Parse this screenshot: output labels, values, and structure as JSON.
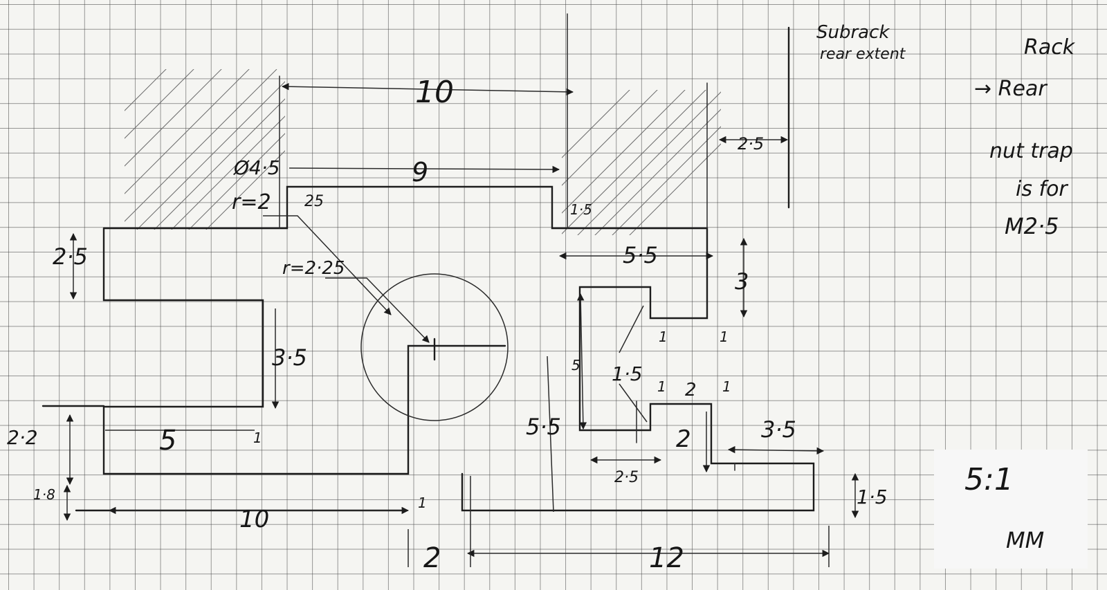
{
  "notes": {
    "subrack_line1": "Subrack",
    "subrack_line2": "rear extent",
    "rack_rear_line1": "Rack",
    "rack_rear_line2": "→ Rear",
    "nut_trap_line1": "nut trap",
    "nut_trap_line2": "is for",
    "nut_trap_line3": "M2·5",
    "scale": "5:1",
    "units": "MM"
  },
  "dimensions": {
    "top_width": "10",
    "upper_width": "9",
    "hole_dia": "Ø4·5",
    "r_top": "r=2",
    "r_top_alt": "25",
    "r_mid": "r=2·25",
    "right_gap": "2·5",
    "small_step": "1·5",
    "right_width": "5·5",
    "left_step_height": "2·5",
    "right_step_height": "3",
    "left_drop": "3·5",
    "mid_depth": "5·5",
    "inner_height": "5",
    "trap_label": "1·5",
    "left_bottom_height": "2·2",
    "left_bottom_small": "1·8",
    "left_width_5": "5",
    "trap_step_w": "2",
    "trap_step_h": "2",
    "trap_width": "2·5",
    "right_run": "3·5",
    "right_bottom_step": "1·5",
    "bottom_left_width": "10",
    "bottom_small": "2",
    "bottom_right_width": "12",
    "tick_1a": "1",
    "tick_1b": "1",
    "tick_1c": "1",
    "tick_1d": "1",
    "tick_1e": "1",
    "tick_1f": "1"
  }
}
